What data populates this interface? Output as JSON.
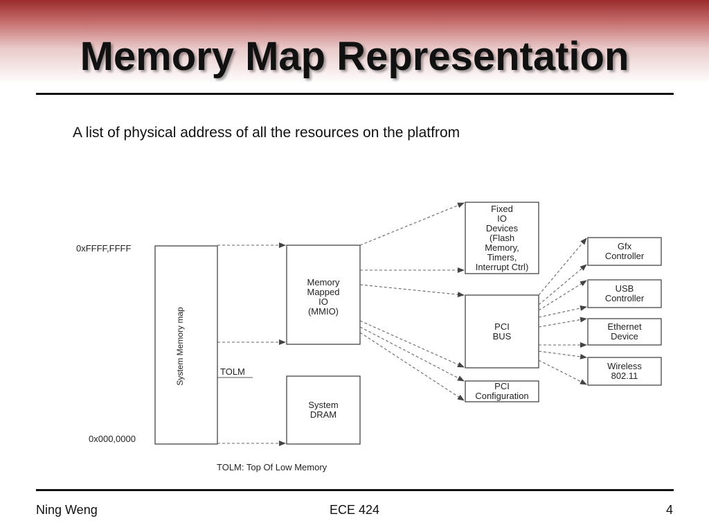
{
  "slide": {
    "title": "Memory Map Representation",
    "subtitle": "A list of physical address of all the resources on the platfrom"
  },
  "diagram": {
    "system_map": "System Memory map",
    "addr_top": "0xFFFF,FFFF",
    "addr_bottom": "0x000,0000",
    "tolm": "TOLM",
    "tolm_note": "TOLM: Top Of Low Memory",
    "mmio": [
      "Memory",
      "Mapped",
      "IO",
      "(MMIO)"
    ],
    "dram": [
      "System",
      "DRAM"
    ],
    "fixed_io": [
      "Fixed",
      "IO",
      "Devices",
      "(Flash",
      "Memory,",
      "Timers,",
      "Interrupt Ctrl)"
    ],
    "pci_bus": [
      "PCI",
      "BUS"
    ],
    "pci_config": [
      "PCI",
      "Configuration"
    ],
    "gfx": [
      "Gfx",
      "Controller"
    ],
    "usb": [
      "USB",
      "Controller"
    ],
    "ethernet": [
      "Ethernet",
      "Device"
    ],
    "wireless": [
      "Wireless",
      "802.11"
    ]
  },
  "footer": {
    "author": "Ning Weng",
    "course": "ECE 424",
    "page": "4"
  },
  "colors": {
    "accent": "#9a2b2b"
  }
}
